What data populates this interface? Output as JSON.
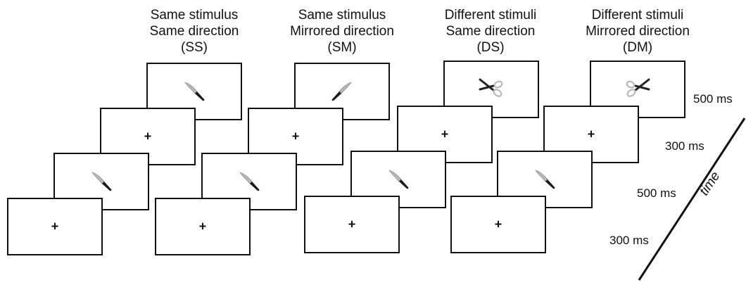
{
  "conditions": [
    {
      "line1": "Same stimulus",
      "line2": "Same direction",
      "line3": "(SS)",
      "target": "knife-right"
    },
    {
      "line1": "Same stimulus",
      "line2": "Mirrored direction",
      "line3": "(SM)",
      "target": "knife-left"
    },
    {
      "line1": "Different stimuli",
      "line2": "Same direction",
      "line3": "(DS)",
      "target": "scissors-right"
    },
    {
      "line1": "Different stimuli",
      "line2": "Mirrored direction",
      "line3": "(DM)",
      "target": "scissors-left"
    }
  ],
  "fixation_symbol": "+",
  "durations": [
    "300 ms",
    "500 ms",
    "300 ms",
    "500 ms"
  ],
  "axis_label": "time",
  "colors": {
    "frame": "#111111",
    "blade": "#b9b9b9",
    "handle": "#1a1a1a"
  }
}
